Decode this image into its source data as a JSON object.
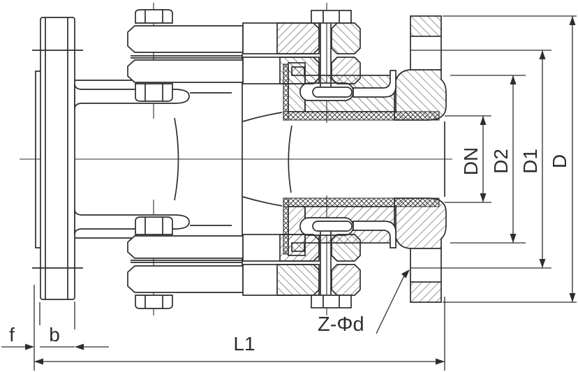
{
  "drawing": {
    "title": "flanged-joint-cross-section",
    "labels": {
      "bore_diameter": "DN",
      "seal_face_diameter": "D2",
      "bolt_circle_diameter": "D1",
      "flange_outer_diameter": "D",
      "overall_length": "L1",
      "flange_thickness": "b",
      "raised_face_height": "f",
      "bolt_holes_callout": "Z-Φd"
    },
    "colors": {
      "line": "#2d2d2d",
      "background": "#ffffff"
    }
  }
}
